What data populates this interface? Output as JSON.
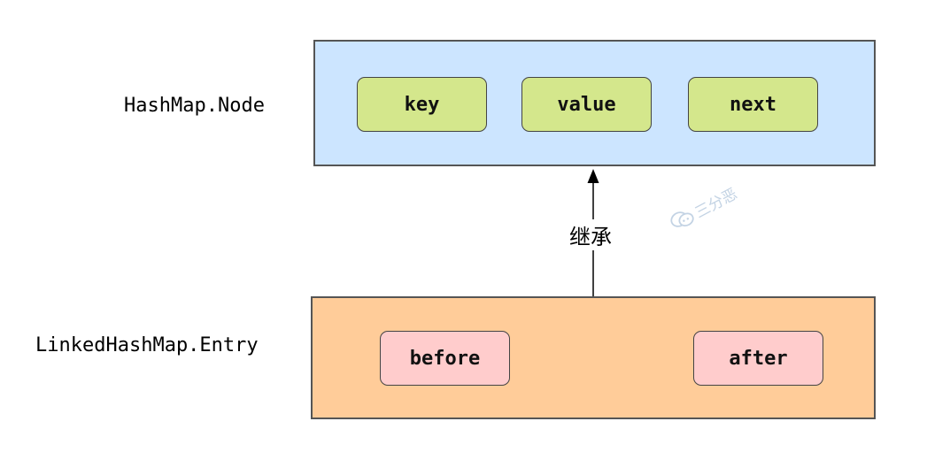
{
  "parent": {
    "label": "HashMap.Node",
    "fields": [
      "key",
      "value",
      "next"
    ],
    "colors": {
      "box": "#cce5ff",
      "field": "#d4e78c"
    }
  },
  "child": {
    "label": "LinkedHashMap.Entry",
    "fields": [
      "before",
      "after"
    ],
    "colors": {
      "box": "#ffcc99",
      "field": "#ffcccc"
    }
  },
  "relation": {
    "label": "继承"
  },
  "watermark": {
    "icon": "chat-bubbles-icon",
    "text": "三分恶"
  }
}
